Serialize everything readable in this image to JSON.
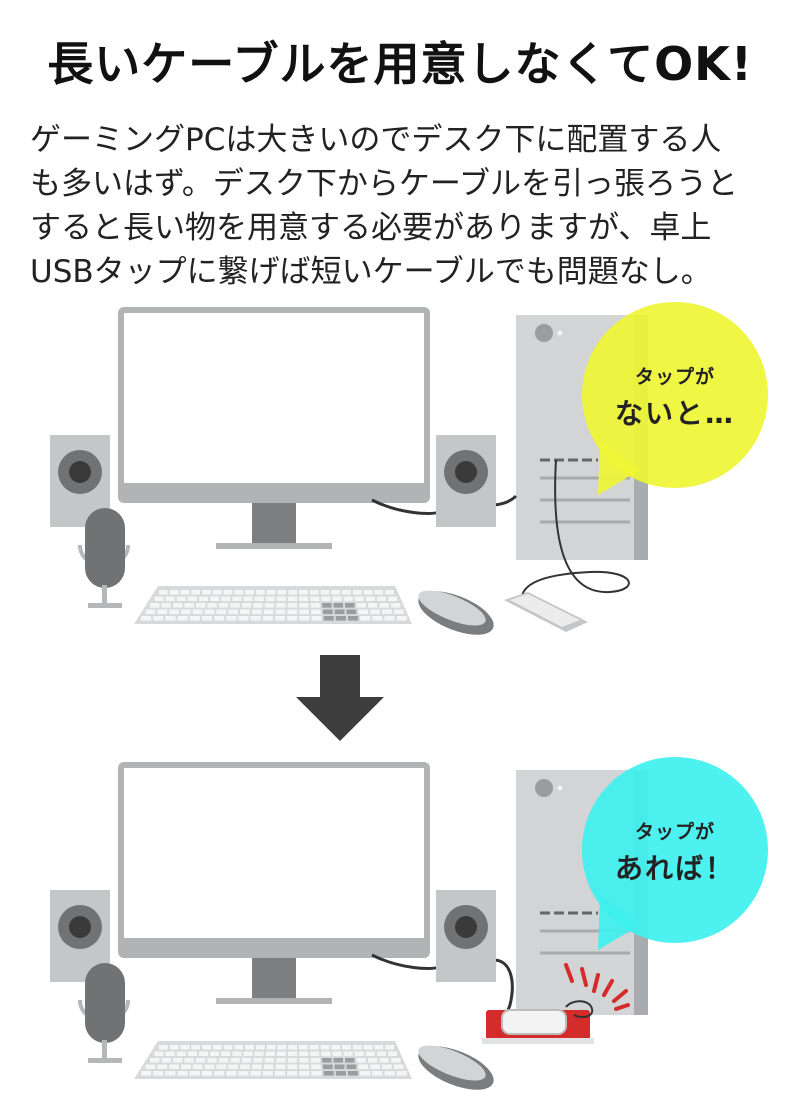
{
  "headline": "長いケーブルを用意しなくてOK!",
  "body_lines": [
    "ゲーミングPCは大きいのでデスク下に配置する人",
    "も多いはず。デスク下からケーブルを引っ張ろうと",
    "すると長い物を用意する必要がありますが、卓上",
    "USBタップに繋げば短いケーブルでも問題なし。"
  ],
  "scene_before": {
    "bubble_small": "タップが",
    "bubble_big": "ないと…",
    "bubble_color": "#eef535"
  },
  "scene_after": {
    "bubble_small": "タップが",
    "bubble_big": "あれば！",
    "bubble_color": "#3ff0ee"
  },
  "icons": [
    "power-icon",
    "down-arrow-icon"
  ],
  "colors": {
    "tap_red": "#d42b2b",
    "spark_red": "#d42b2b",
    "device_gray": "#b8b8b8"
  }
}
